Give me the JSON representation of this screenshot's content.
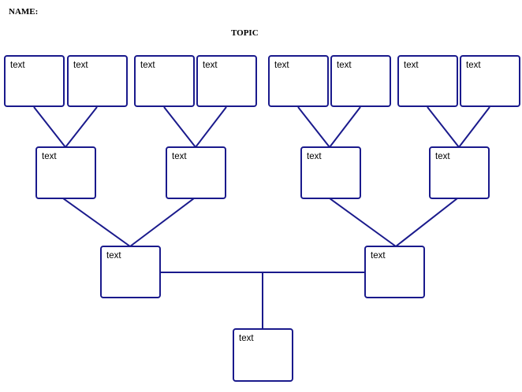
{
  "header": {
    "name_label": "NAME:",
    "topic_label": "TOPIC"
  },
  "colors": {
    "stroke": "#1a1a8c",
    "background": "#ffffff"
  },
  "tree": {
    "level1": [
      "text",
      "text",
      "text",
      "text",
      "text",
      "text",
      "text",
      "text"
    ],
    "level2": [
      "text",
      "text",
      "text",
      "text"
    ],
    "level3": [
      "text",
      "text"
    ],
    "root": "text"
  }
}
